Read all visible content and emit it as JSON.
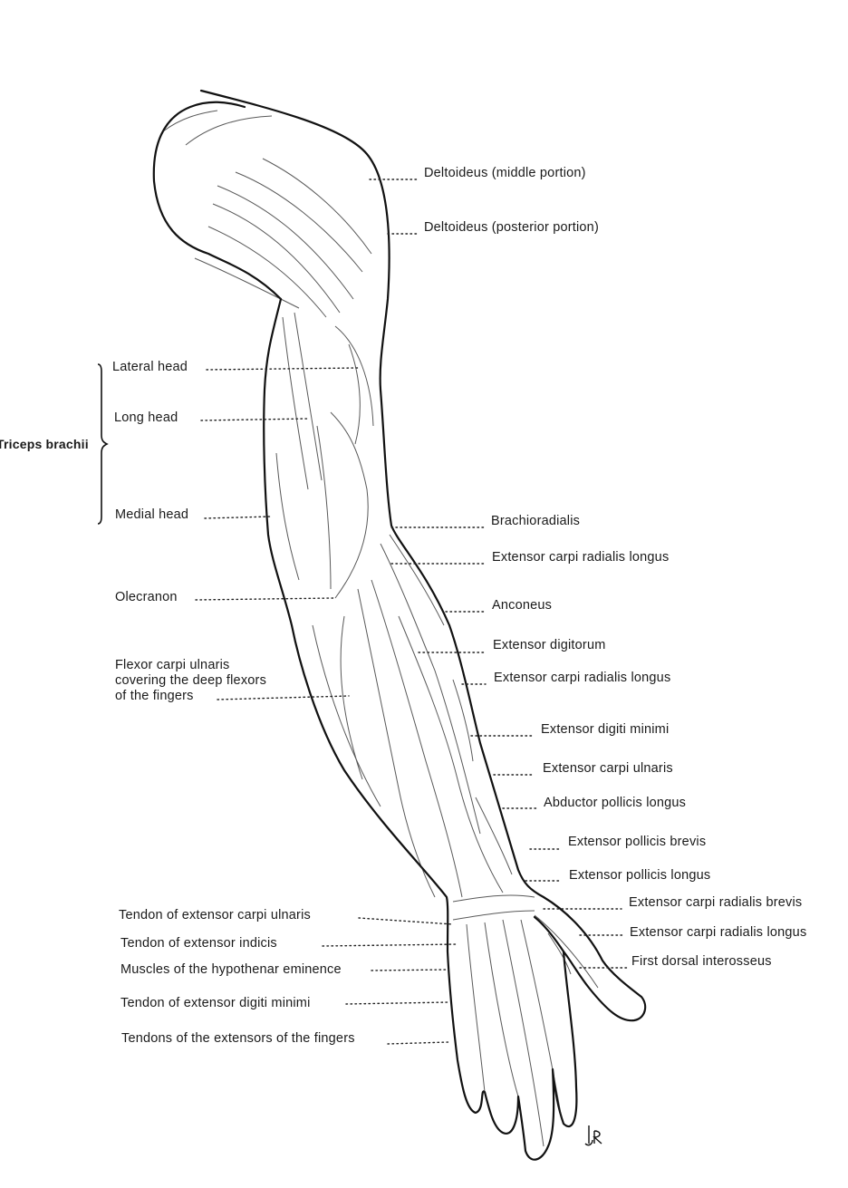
{
  "labels": {
    "deltoid_middle": "Deltoideus (middle portion)",
    "deltoid_posterior": "Deltoideus (posterior portion)",
    "lateral_head": "Lateral head",
    "long_head": "Long head",
    "triceps_brachii": "Triceps brachii",
    "medial_head": "Medial head",
    "olecranon": "Olecranon",
    "flexor_carpi_ulnaris_1": "Flexor carpi ulnaris",
    "flexor_carpi_ulnaris_2": "covering the deep flexors",
    "flexor_carpi_ulnaris_3": "of the fingers",
    "brachioradialis": "Brachioradialis",
    "ext_carpi_rad_longus_1": "Extensor carpi radialis longus",
    "anconeus": "Anconeus",
    "extensor_digitorum": "Extensor digitorum",
    "ext_carpi_rad_longus_2": "Extensor carpi radialis longus",
    "ext_digiti_minimi": "Extensor digiti minimi",
    "ext_carpi_ulnaris": "Extensor carpi ulnaris",
    "abductor_pollicis_longus": "Abductor pollicis longus",
    "ext_pollicis_brevis": "Extensor pollicis brevis",
    "ext_pollicis_longus": "Extensor pollicis longus",
    "ext_carpi_rad_brevis": "Extensor carpi radialis brevis",
    "ext_carpi_rad_longus_3": "Extensor carpi radialis longus",
    "first_dorsal_interosseus": "First dorsal interosseus",
    "tendon_ext_carpi_ulnaris": "Tendon of extensor carpi ulnaris",
    "tendon_ext_indicis": "Tendon of extensor indicis",
    "hypothenar": "Muscles of the hypothenar eminence",
    "tendon_ext_digiti_minimi": "Tendon of extensor digiti minimi",
    "tendons_extensors_fingers": "Tendons of the extensors of the fingers"
  },
  "signature": "JR",
  "colors": {
    "ink": "#1a1a1a",
    "paper": "#ffffff"
  }
}
